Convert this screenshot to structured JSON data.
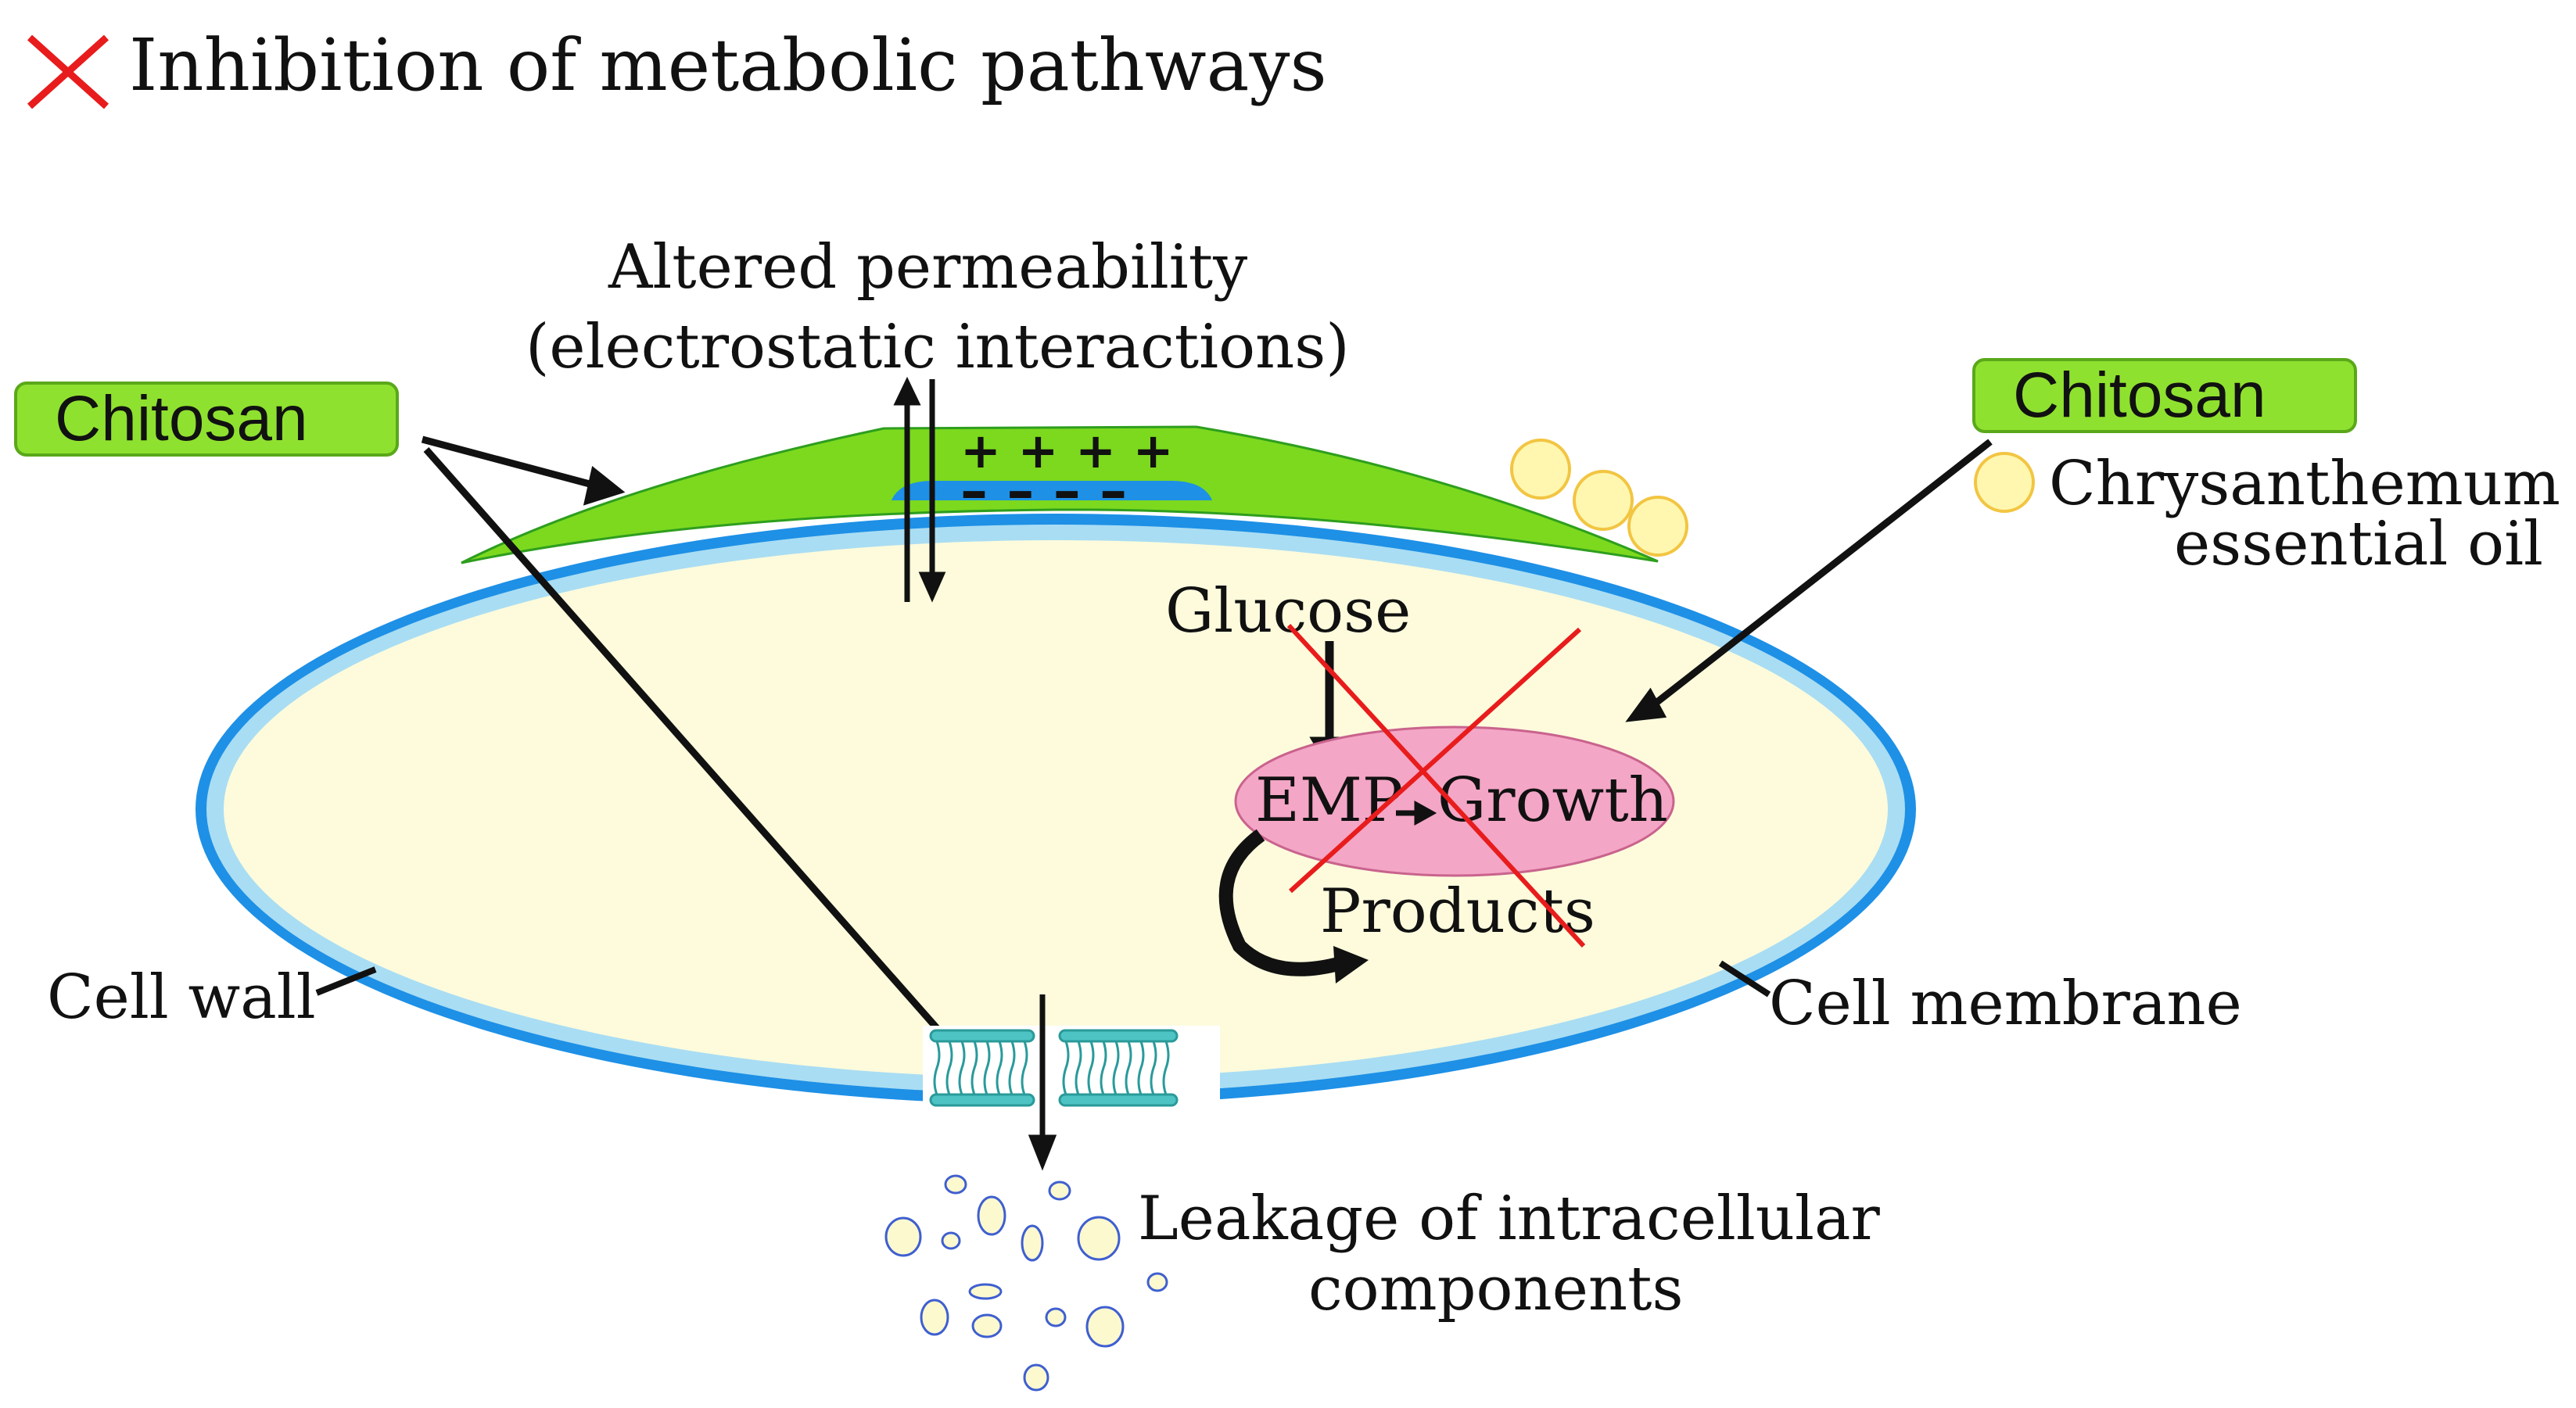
{
  "legend": {
    "marker_icon": "red-x-icon",
    "text": "Inhibition of metabolic pathways"
  },
  "labels": {
    "permeability_line1": "Altered permeability",
    "permeability_line2": "(electrostatic interactions)",
    "chitosan_left": "Chitosan",
    "chitosan_right": "Chitosan",
    "essential_oil_line1": "Chrysanthemum",
    "essential_oil_line2": "essential oil",
    "glucose": "Glucose",
    "emp": "EMP",
    "growth": "Growth",
    "products": "Products",
    "cell_wall": "Cell wall",
    "cell_membrane": "Cell membrane",
    "leakage_line1": "Leakage of intracellular",
    "leakage_line2": "components",
    "positive_charges": "+ + + +",
    "negative_charges": "– – – –"
  },
  "colors": {
    "cell_wall": "#1e90e6",
    "cell_membrane": "#a9ddf3",
    "cytoplasm": "#fdfbdc",
    "chitosan_coating": "#7cd91e",
    "chitosan_pill": "#8fe12f",
    "oil_droplet": "#fff7b0",
    "emp_ellipse": "#f4a6c6",
    "inhibition": "#e81c1c",
    "vesicle_outline": "#3f5fd0"
  }
}
